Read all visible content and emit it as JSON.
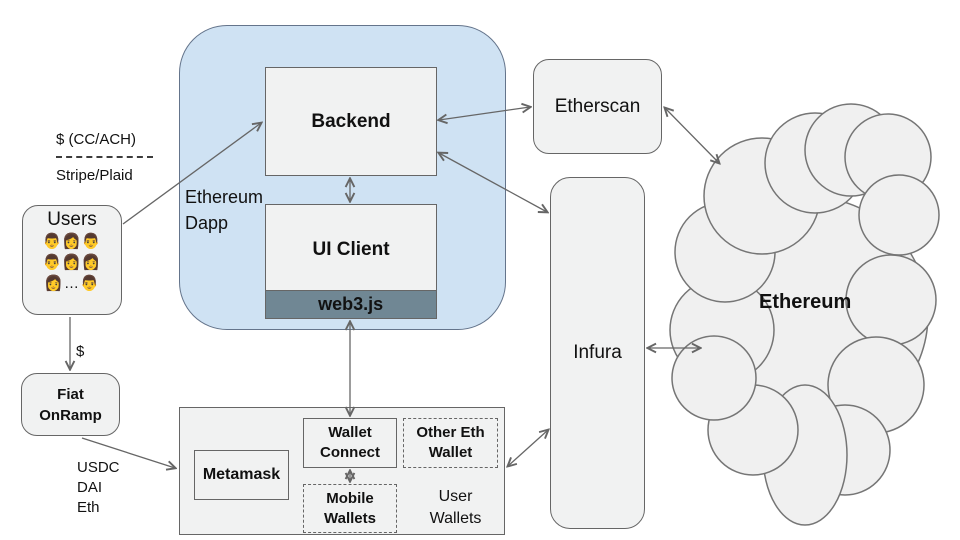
{
  "diagram": {
    "colors": {
      "dapp_fill": "#cfe2f3",
      "box_fill": "#f1f2f2",
      "web3_fill": "#708794",
      "cloud_fill": "#f0f0f0",
      "stroke": "#666666"
    },
    "nodes": {
      "ethereum_dapp": {
        "label": "Ethereum\nDapp"
      },
      "backend": {
        "label": "Backend"
      },
      "ui_client": {
        "label": "UI Client"
      },
      "web3js": {
        "label": "web3.js"
      },
      "etherscan": {
        "label": "Etherscan"
      },
      "infura": {
        "label": "Infura"
      },
      "ethereum_cloud": {
        "label": "Ethereum"
      },
      "users": {
        "label": "Users",
        "rows": [
          "👨👩👨",
          "👨👩👩",
          "👩…👨"
        ]
      },
      "fiat_onramp": {
        "label": "Fiat\nOnRamp"
      },
      "metamask": {
        "label": "Metamask"
      },
      "wallet_connect": {
        "label": "Wallet\nConnect"
      },
      "other_eth_wallet": {
        "label": "Other Eth\nWallet"
      },
      "mobile_wallets": {
        "label": "Mobile\nWallets"
      },
      "user_wallets": {
        "label": "User\nWallets"
      }
    },
    "annotations": {
      "cc_ach": "$ (CC/ACH)",
      "stripe_plaid": "Stripe/Plaid",
      "dollar": "$",
      "tokens": "USDC\nDAI\nEth"
    },
    "edges": [
      {
        "from": "users",
        "to": "backend",
        "dir": "one"
      },
      {
        "from": "backend",
        "to": "etherscan",
        "dir": "both"
      },
      {
        "from": "backend",
        "to": "infura",
        "dir": "both"
      },
      {
        "from": "backend",
        "to": "ui_client",
        "dir": "both"
      },
      {
        "from": "etherscan",
        "to": "ethereum_cloud",
        "dir": "both"
      },
      {
        "from": "infura",
        "to": "ethereum_cloud",
        "dir": "both"
      },
      {
        "from": "web3js",
        "to": "wallet_connect",
        "dir": "both"
      },
      {
        "from": "wallet_connect",
        "to": "mobile_wallets",
        "dir": "both"
      },
      {
        "from": "users",
        "to": "fiat_onramp",
        "dir": "one",
        "label": "$"
      },
      {
        "from": "fiat_onramp",
        "to": "user_wallets",
        "dir": "one",
        "label": "USDC DAI Eth"
      },
      {
        "from": "user_wallets",
        "to": "infura",
        "dir": "both"
      }
    ]
  }
}
